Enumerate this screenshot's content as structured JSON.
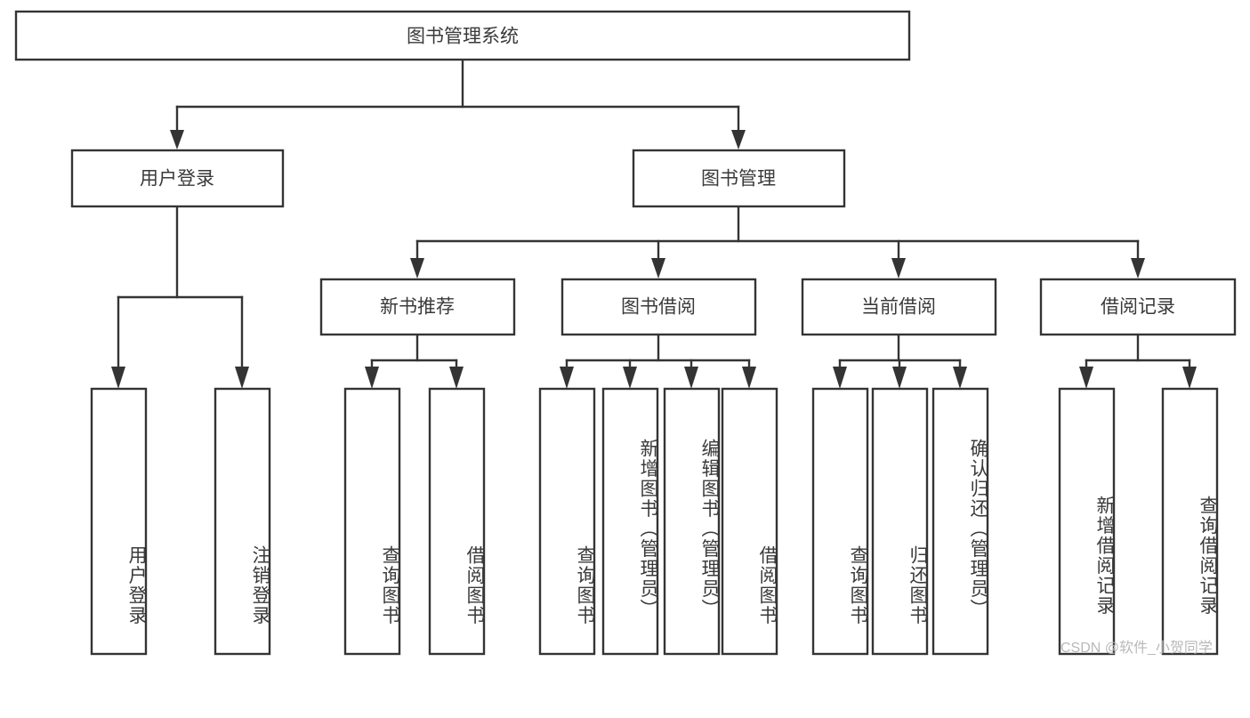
{
  "diagram": {
    "title": "图书管理系统",
    "type": "tree-hierarchy-chart",
    "watermark": "CSDN @软件_小贺同学",
    "colors": {
      "box_stroke": "#343434",
      "box_fill": "#ffffff",
      "text": "#3a3a3a",
      "background": "#ffffff",
      "watermark": "#b9b9b9"
    },
    "root": {
      "label": "图书管理系统"
    },
    "level2": [
      {
        "label": "用户登录"
      },
      {
        "label": "图书管理"
      }
    ],
    "level3": [
      {
        "label": "新书推荐"
      },
      {
        "label": "图书借阅"
      },
      {
        "label": "当前借阅"
      },
      {
        "label": "借阅记录"
      }
    ],
    "leaves": {
      "user_login": [
        {
          "label": "用户登录"
        },
        {
          "label": "注销登录"
        }
      ],
      "new_book_recommend": [
        {
          "label": "查询图书"
        },
        {
          "label": "借阅图书"
        }
      ],
      "book_borrow": [
        {
          "label": "查询图书"
        },
        {
          "label": "新增图书（管理员）"
        },
        {
          "label": "编辑图书（管理员）"
        },
        {
          "label": "借阅图书"
        }
      ],
      "current_borrow": [
        {
          "label": "查询图书"
        },
        {
          "label": "归还图书"
        },
        {
          "label": "确认归还（管理员）"
        }
      ],
      "borrow_record": [
        {
          "label": "新增借阅记录"
        },
        {
          "label": "查询借阅记录"
        }
      ]
    }
  }
}
